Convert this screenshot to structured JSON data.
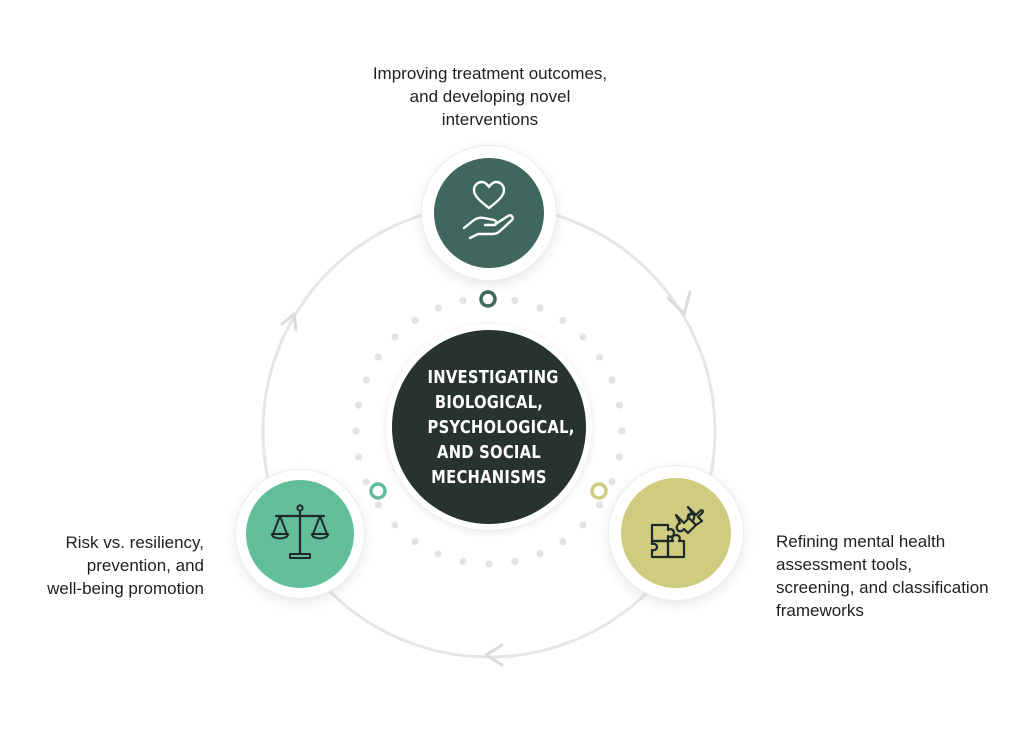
{
  "center": {
    "title_lines": [
      "INVESTIGATING",
      "BIOLOGICAL,",
      "PSYCHOLOGICAL,",
      "AND SOCIAL",
      "MECHANISMS"
    ]
  },
  "nodes": [
    {
      "id": "top",
      "icon": "heart-in-hand-icon",
      "color": "#3f675d",
      "caption_lines": [
        "Improving treatment outcomes,",
        "and developing novel",
        "interventions"
      ]
    },
    {
      "id": "right",
      "icon": "puzzle-pieces-icon",
      "color": "#cfcc80",
      "caption_lines": [
        "Refining mental health",
        "assessment tools,",
        "screening, and classification",
        "frameworks"
      ]
    },
    {
      "id": "left",
      "icon": "balance-scale-icon",
      "color": "#62bd9b",
      "caption_lines": [
        "Risk vs. resiliency,",
        "prevention, and",
        "well-being promotion"
      ]
    }
  ],
  "colors": {
    "ring": "#e6e6e6",
    "center_fill": "#263331",
    "dots": "#e3e3e3"
  }
}
